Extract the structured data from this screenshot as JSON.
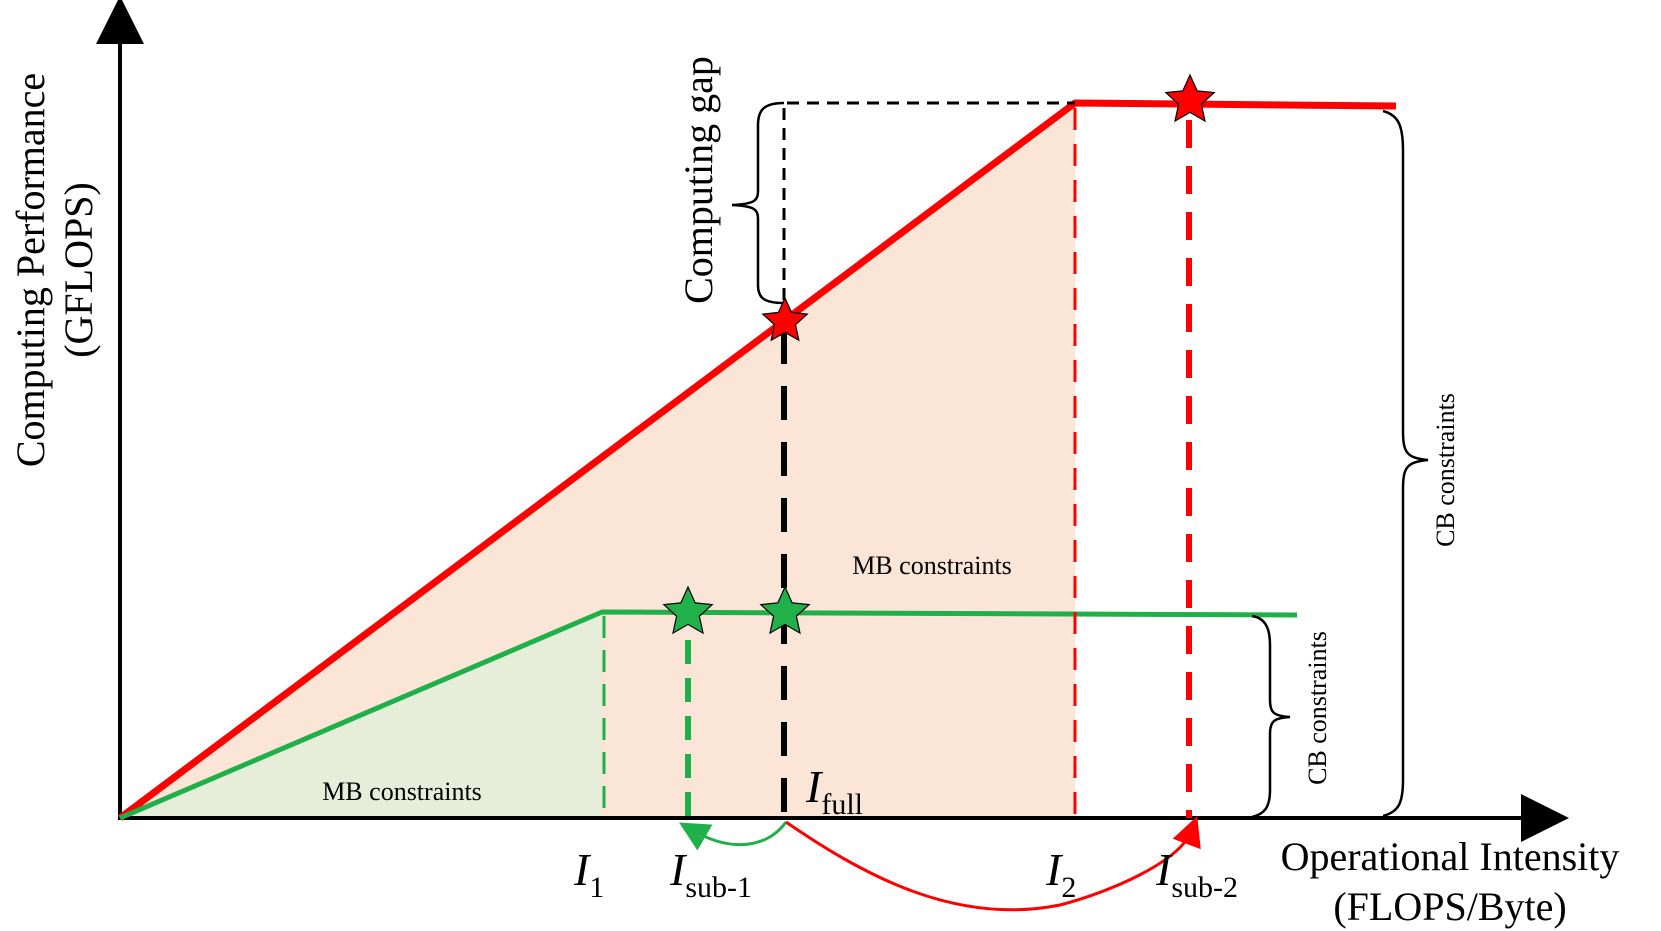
{
  "axes": {
    "y_label_line1": "Computing Performance",
    "y_label_line2": "(GFLOPS)",
    "x_label_line1": "Operational Intensity",
    "x_label_line2": "(FLOPS/Byte)"
  },
  "annotations": {
    "computing_gap": "Computing gap",
    "mb_upper": "MB constraints",
    "mb_lower": "MB constraints",
    "cb_right": "CB constraints",
    "cb_inner": "CB constraints"
  },
  "markers": {
    "i1": {
      "sym": "I",
      "sub": "1"
    },
    "i2": {
      "sym": "I",
      "sub": "2"
    },
    "isub1": {
      "sym": "I",
      "sub": "sub-1"
    },
    "isub2": {
      "sym": "I",
      "sub": "sub-2"
    },
    "ifull": {
      "sym": "I",
      "sub": "full"
    }
  },
  "colors": {
    "red_roof": "#ff0000",
    "green_roof": "#1fb04a",
    "red_fill": "#fbe5d6",
    "green_fill": "#e6eed9",
    "axis": "#000000",
    "star_green": "#22b04b"
  }
}
